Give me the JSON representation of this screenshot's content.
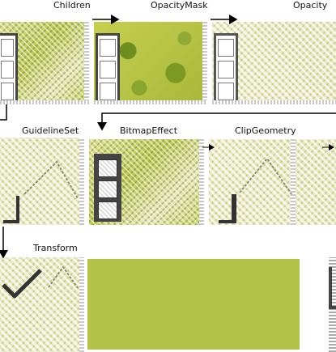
{
  "labels": {
    "children": "Children",
    "opacity_mask": "OpacityMask",
    "opacity": "Opacity",
    "guideline_set": "GuidelineSet",
    "bitmap_effect": "BitmapEffect",
    "clip_geometry": "ClipGeometry",
    "transform": "Transform"
  },
  "colors": {
    "kiwi_green": "#b3c248",
    "frame_gray": "#444444",
    "arrow_black": "#000000"
  }
}
